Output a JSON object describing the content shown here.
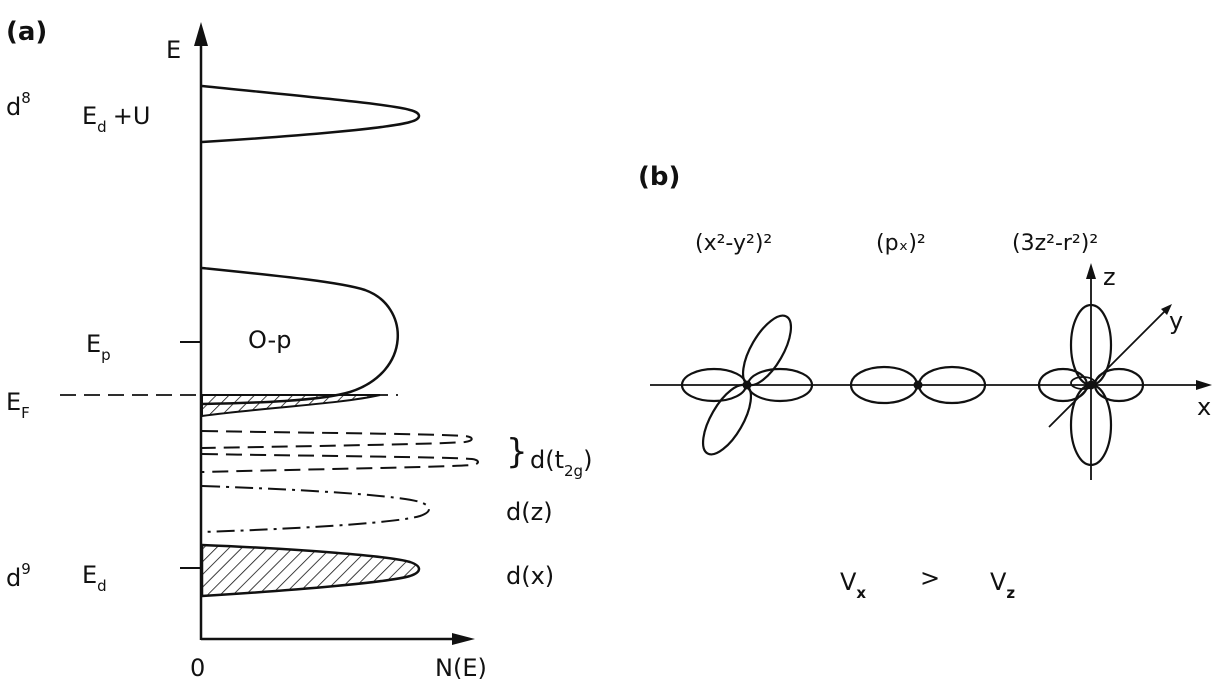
{
  "panel_a": {
    "label": "(a)",
    "energy_axis": "E",
    "dos_axis": "N(E)",
    "origin": "0",
    "fermi_label": {
      "main": "E",
      "sub": "F"
    },
    "bands": {
      "upper": {
        "config_main": "d",
        "config_sup": "8",
        "energy_main": "E",
        "energy_sub": "d",
        "energy_suffix": "+U"
      },
      "oxygen": {
        "energy_main": "E",
        "energy_sub": "p",
        "name": "O-p"
      },
      "t2g": {
        "prefix": "d(t",
        "sub": "2g",
        "suffix": ")"
      },
      "dz": {
        "name": "d(z)"
      },
      "lower": {
        "config_main": "d",
        "config_sup": "9",
        "energy_main": "E",
        "energy_sub": "d",
        "name": "d(x)"
      }
    }
  },
  "panel_b": {
    "label": "(b)",
    "orbitals": [
      {
        "name": "(x²-y²)²"
      },
      {
        "name": "(pₓ)²"
      },
      {
        "name": "(3z²-r²)²"
      }
    ],
    "axes": {
      "x": "x",
      "y": "y",
      "z": "z"
    },
    "comparison": {
      "left_main": "V",
      "left_sub": "x",
      "relation": ">",
      "right_main": "V",
      "right_sub": "z"
    }
  }
}
